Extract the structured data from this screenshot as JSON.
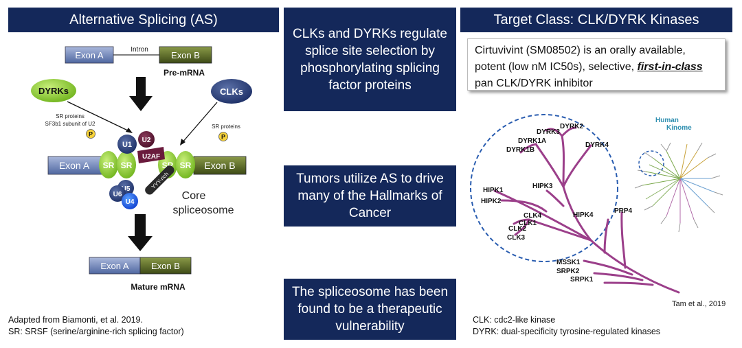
{
  "headers": {
    "left": "Alternative Splicing (AS)",
    "right": "Target Class: CLK/DYRK Kinases"
  },
  "center_boxes": [
    "CLKs and DYRKs regulate splice site selection by phosphorylating splicing factor proteins",
    "Tumors utilize AS to drive many of the Hallmarks of Cancer",
    "The spliceosome has been found to be a therapeutic vulnerability"
  ],
  "description": {
    "part1": "Cirtuvivint (SM08502) is an orally available, potent (low nM IC50s), selective, ",
    "emphasis": "first-in-class",
    "part2": " pan CLK/DYRK inhibitor"
  },
  "splicing": {
    "exon_a": "Exon A",
    "exon_b": "Exon B",
    "intron": "Intron",
    "pre_mrna": "Pre-mRNA",
    "mature_mrna": "Mature mRNA",
    "dyrks": "DYRKs",
    "clks": "CLKs",
    "dyrk_targets_1": "SR proteins",
    "dyrk_targets_2": "SF3b1 subunit of U2",
    "clk_targets": "SR proteins",
    "phospho": "P",
    "sr": "SR",
    "u1": "U1",
    "u2": "U2",
    "u2af": "U2AF",
    "u5": "U5",
    "u6": "U6",
    "u4": "U4",
    "yyy": "YYY-rich",
    "core_1": "Core",
    "core_2": "spliceosome"
  },
  "kinome": {
    "labels": [
      "DYRK2",
      "DYRK3",
      "DYRK1A",
      "DYRK1B",
      "DYRK4",
      "HIPK3",
      "HIPK1",
      "HIPK2",
      "CLK4",
      "CLK1",
      "CLK2",
      "CLK3",
      "HIPK4",
      "PRP4",
      "MSSK1",
      "SRPK2",
      "SRPK1"
    ],
    "inset_title_1": "Human",
    "inset_title_2": "Kinome",
    "citation": "Tam et al., 2019"
  },
  "footnotes": {
    "left_1": "Adapted from Biamonti, et al. 2019.",
    "left_2": "SR: SRSF (serine/arginine-rich splicing factor)",
    "right_1": "CLK: cdc2-like kinase",
    "right_2": "DYRK: dual-specificity tyrosine-regulated kinases"
  },
  "colors": {
    "header_bg": "#14285a",
    "exon_a": "#5b73a8",
    "exon_b": "#4b5a1e",
    "sr_green": "#86cc2a",
    "dyrks_green": "#86cc2a",
    "clks_navy": "#1d2f66",
    "tree_purple": "#9b3f8a"
  }
}
